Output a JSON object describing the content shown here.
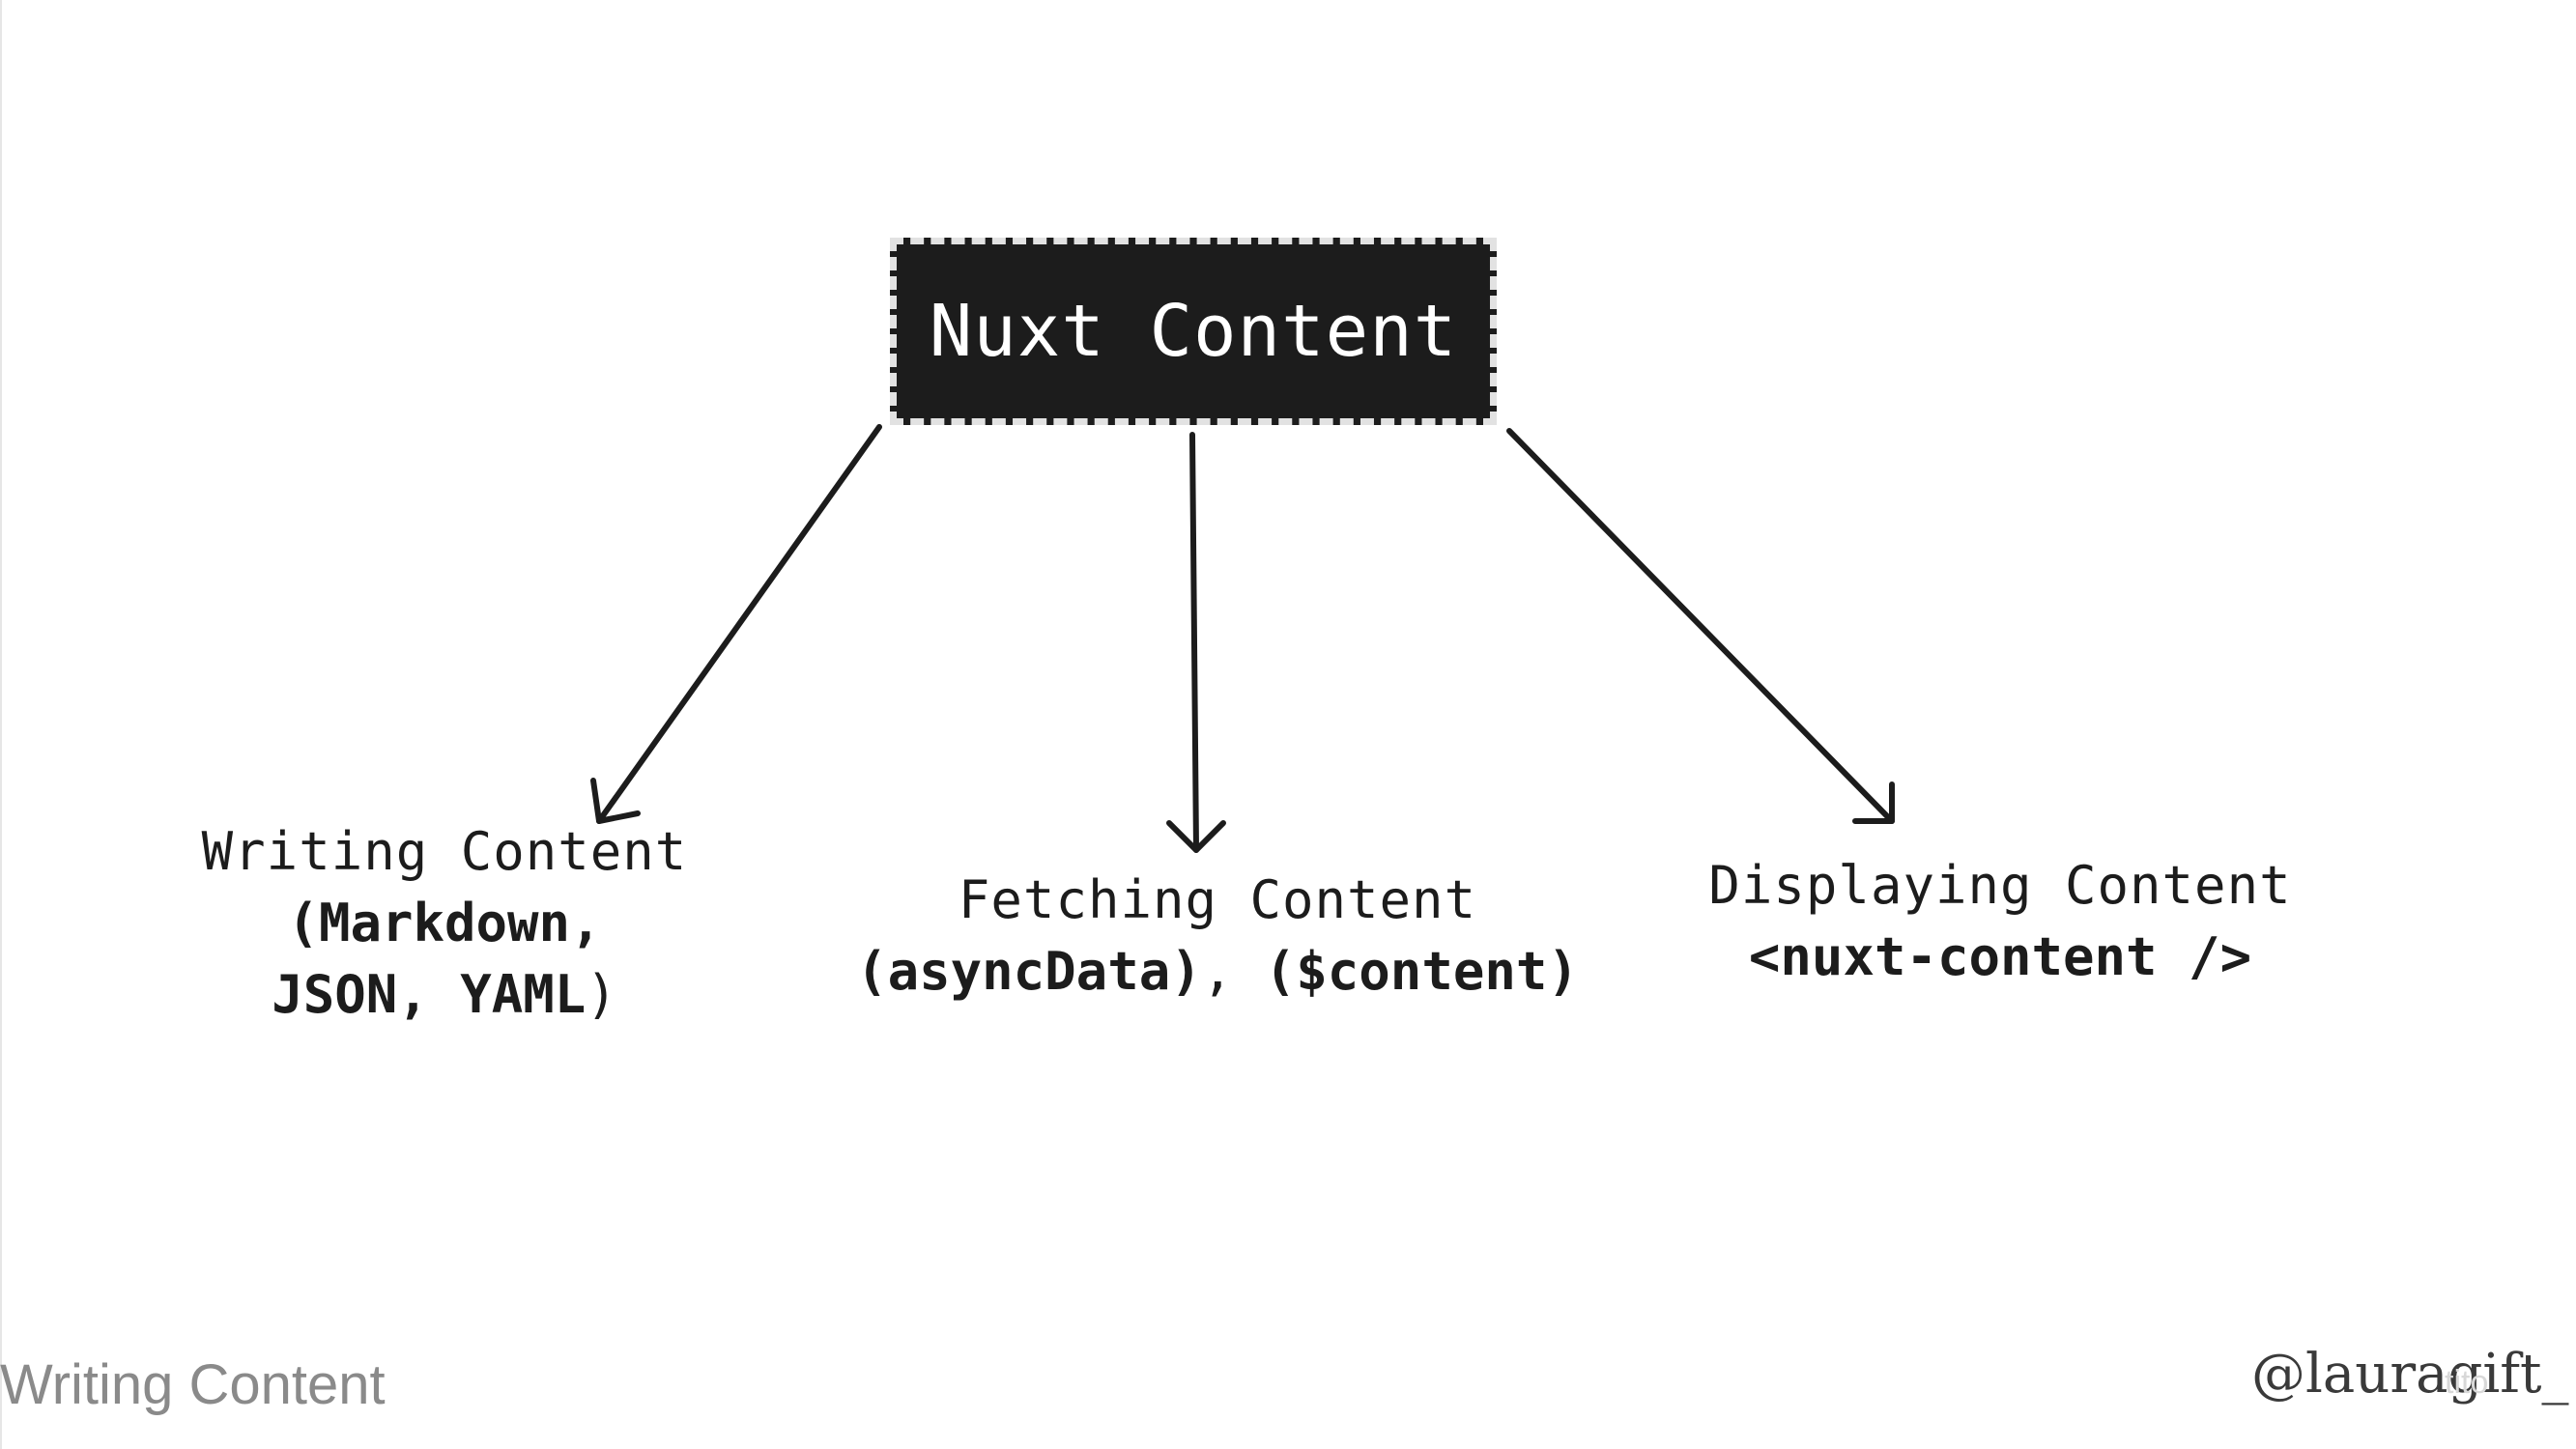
{
  "root": {
    "label": "Nuxt Content"
  },
  "branches": [
    {
      "title": "Writing Content",
      "detail_line1": "(Markdown,",
      "detail_line2_bold": "JSON, YAML",
      "detail_line2_end": ")"
    },
    {
      "title": "Fetching Content",
      "detail_part1": "(asyncData)",
      "detail_sep": ", ",
      "detail_part2": "($content)"
    },
    {
      "title": "Displaying Content",
      "detail": "<nuxt-content />"
    }
  ],
  "footer": {
    "section_title": "Writing Content",
    "handle": "@lauragift_",
    "watermark": "tito"
  },
  "colors": {
    "node_fill": "#1c1c1c",
    "node_border": "#e2e2e2",
    "ink": "#1c1c1c",
    "footer_text": "#8a8a8a"
  }
}
